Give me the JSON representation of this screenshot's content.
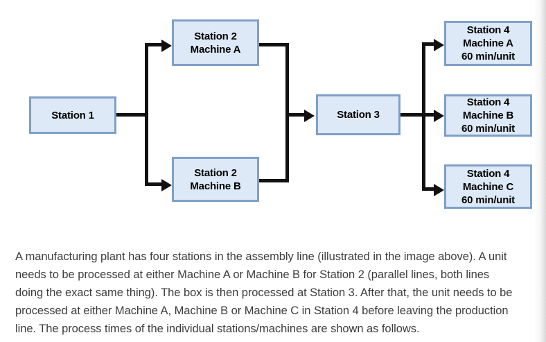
{
  "diagram": {
    "type": "flowchart",
    "title": "Assembly line station flow diagram",
    "colors": {
      "box_fill": "#dde9f6",
      "box_border": "#7f9fc8",
      "connector": "#111111",
      "box_text": "#000000",
      "caption_text": "#3c3c3c"
    },
    "nodes": [
      {
        "id": "station-1",
        "lines": [
          "Station 1"
        ],
        "line1": "Station 1"
      },
      {
        "id": "station-2-machine-a",
        "lines": [
          "Station 2",
          "Machine A"
        ],
        "line1": "Station 2",
        "line2": "Machine A"
      },
      {
        "id": "station-2-machine-b",
        "lines": [
          "Station 2",
          "Machine B"
        ],
        "line1": "Station 2",
        "line2": "Machine B"
      },
      {
        "id": "station-3",
        "lines": [
          "Station 3"
        ],
        "line1": "Station 3"
      },
      {
        "id": "station-4-machine-a",
        "lines": [
          "Station 4",
          "Machine A",
          "60 min/unit"
        ],
        "line1": "Station 4",
        "line2": "Machine A",
        "line3": "60 min/unit"
      },
      {
        "id": "station-4-machine-b",
        "lines": [
          "Station 4",
          "Machine B",
          "60 min/unit"
        ],
        "line1": "Station 4",
        "line2": "Machine B",
        "line3": "60 min/unit"
      },
      {
        "id": "station-4-machine-c",
        "lines": [
          "Station 4",
          "Machine C",
          "60 min/unit"
        ],
        "line1": "Station 4",
        "line2": "Machine C",
        "line3": "60 min/unit"
      }
    ],
    "edges": [
      {
        "from": "station-1",
        "to": "station-2-machine-a"
      },
      {
        "from": "station-1",
        "to": "station-2-machine-b"
      },
      {
        "from": "station-2-machine-a",
        "to": "station-3"
      },
      {
        "from": "station-2-machine-b",
        "to": "station-3"
      },
      {
        "from": "station-3",
        "to": "station-4-machine-a"
      },
      {
        "from": "station-3",
        "to": "station-4-machine-b"
      },
      {
        "from": "station-3",
        "to": "station-4-machine-c"
      }
    ]
  },
  "caption": {
    "text": "A manufacturing plant has four stations in the assembly line (illustrated in the image above). A unit needs to be processed at either Machine A or Machine B for Station 2 (parallel lines, both lines doing the exact same thing). The box is then processed at Station 3. After that, the unit needs to be processed at either Machine A, Machine B or Machine C in Station 4 before leaving the production line. The process times of the individual stations/machines are shown as follows."
  }
}
